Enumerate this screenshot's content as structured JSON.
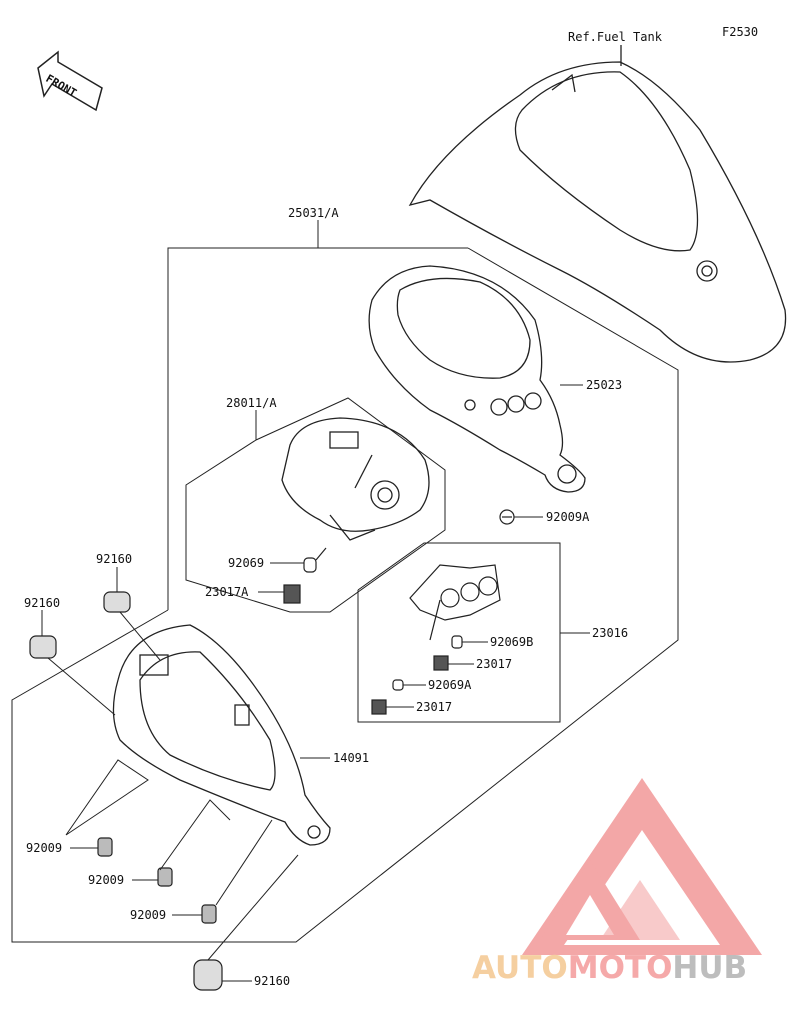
{
  "figure_code": "F2530",
  "ref_label": "Ref.Fuel Tank",
  "front_label": "FRONT",
  "callouts": {
    "c25031A": "25031/A",
    "c25023": "25023",
    "c28011A": "28011/A",
    "c92009A": "92009A",
    "c92069_top": "92069",
    "c23017A": "23017A",
    "c23016": "23016",
    "c92069B": "92069B",
    "c23017_1": "23017",
    "c92069A": "92069A",
    "c23017_2": "23017",
    "c92160_a": "92160",
    "c92160_b": "92160",
    "c14091": "14091",
    "c92009_1": "92009",
    "c92009_2": "92009",
    "c92009_3": "92009",
    "c92160_bottom": "92160"
  },
  "watermark": {
    "part1": "AUTO",
    "part2": "MOTO",
    "part3": "HUB"
  },
  "colors": {
    "line": "#222222",
    "watermark_red": "#f08a8a",
    "watermark_orange": "#f5cfa0",
    "watermark_gray": "#bdbdbd"
  }
}
